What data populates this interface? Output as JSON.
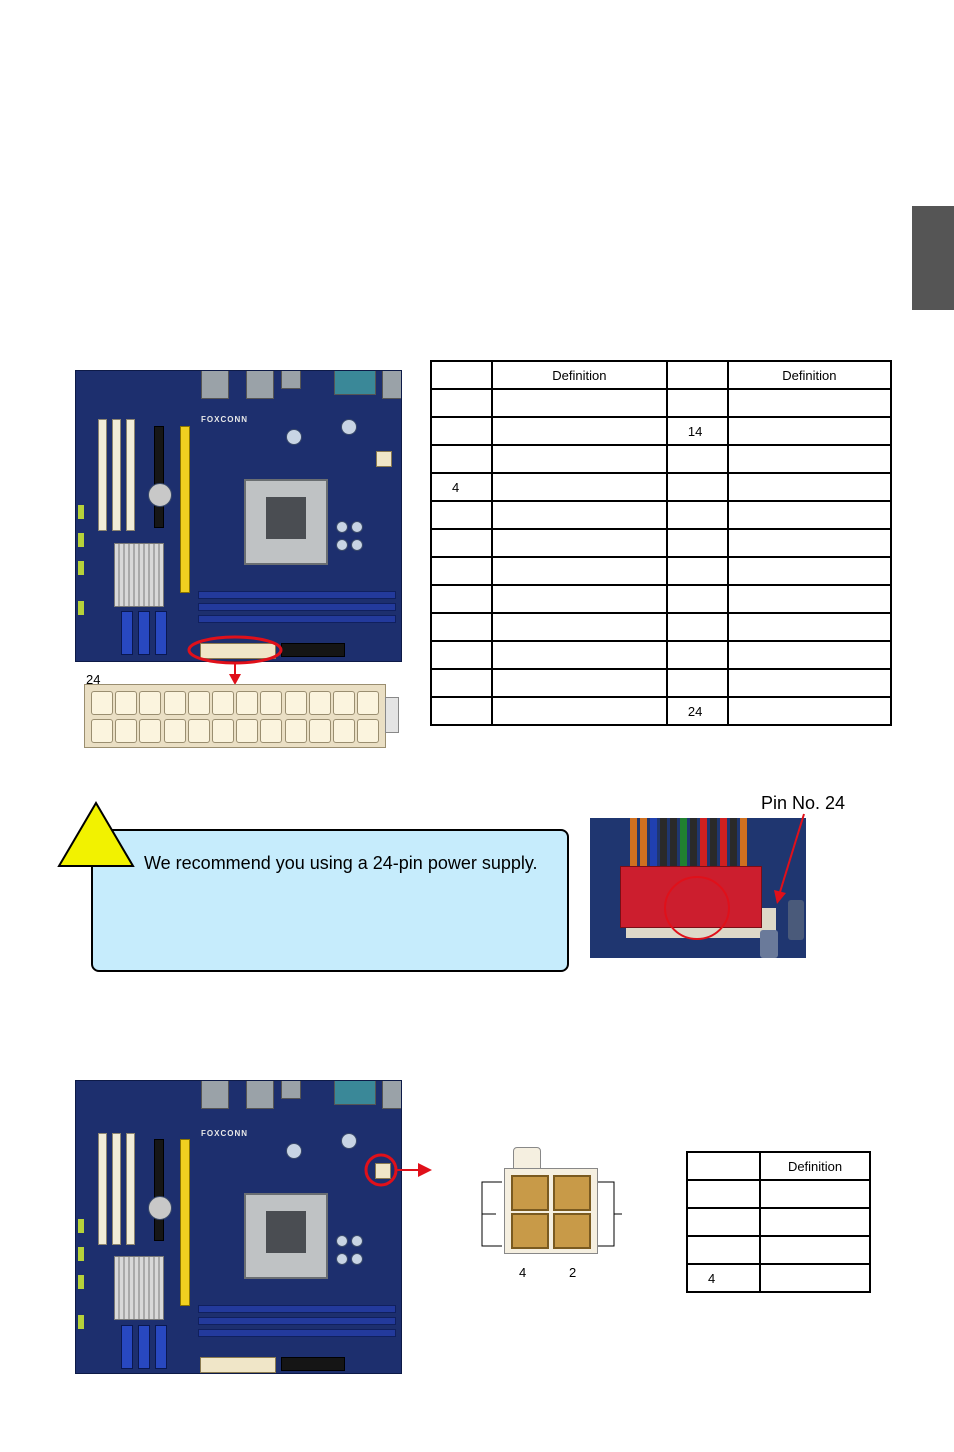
{
  "atx24_table": {
    "header": [
      "",
      "Definition",
      "",
      "Definition"
    ],
    "rows": [
      [
        "",
        "",
        "",
        ""
      ],
      [
        "",
        "",
        "14",
        ""
      ],
      [
        "",
        "",
        "",
        ""
      ],
      [
        "4",
        "",
        "",
        ""
      ],
      [
        "",
        "",
        "",
        ""
      ],
      [
        "",
        "",
        "",
        ""
      ],
      [
        "",
        "",
        "",
        ""
      ],
      [
        "",
        "",
        "",
        ""
      ],
      [
        "",
        "",
        "",
        ""
      ],
      [
        "",
        "",
        "",
        ""
      ],
      [
        "",
        "",
        "",
        ""
      ],
      [
        "",
        "",
        "24",
        ""
      ]
    ]
  },
  "atx24_connector_label": "24",
  "callout": {
    "text": "We recommend you using a 24-pin power supply."
  },
  "photo_label": "Pin No. 24",
  "atx4_pin_labels": [
    "4",
    "2"
  ],
  "atx4_table": {
    "header": [
      "",
      "Definition"
    ],
    "rows": [
      [
        "",
        ""
      ],
      [
        "",
        ""
      ],
      [
        "",
        ""
      ],
      [
        "4",
        ""
      ]
    ]
  },
  "colors": {
    "side_tab": "#555555",
    "callout_bg": "#c6ecfc",
    "warning_yellow": "#f2f200",
    "highlight_red": "#e0101a",
    "board_blue": "#1d2f6e"
  },
  "icons": [
    "warning-triangle-icon",
    "arrow-down-icon",
    "arrow-right-icon"
  ]
}
